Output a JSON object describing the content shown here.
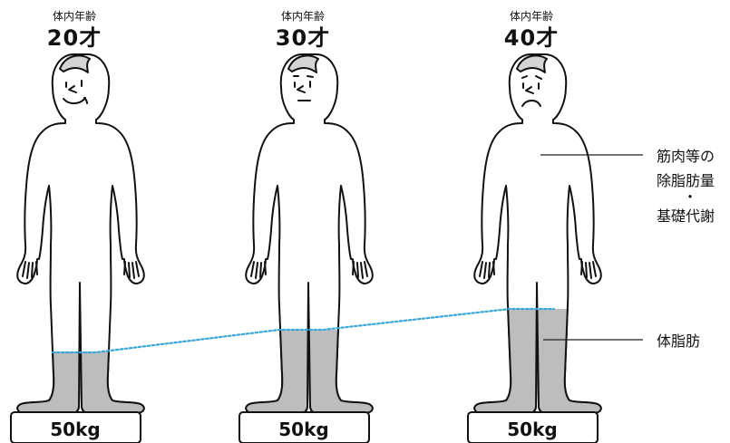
{
  "figures": [
    {
      "header_small": "体内年齢",
      "header_big": "20才",
      "scale_label": "50kg",
      "face_expression": "smiling"
    },
    {
      "header_small": "体内年齢",
      "header_big": "30才",
      "scale_label": "50kg",
      "face_expression": "neutral"
    },
    {
      "header_small": "体内年齢",
      "header_big": "40才",
      "scale_label": "50kg",
      "face_expression": "frowning"
    }
  ],
  "labels": {
    "lean_mass_line1": "筋肉等の",
    "lean_mass_line2": "除脂肪量",
    "lean_mass_dot": "・",
    "lean_mass_line3": "基礎代謝",
    "body_fat": "体脂肪"
  },
  "colors": {
    "fat": "#bdbdbe",
    "dotted_line": "#3aa7d8",
    "outline": "#111111",
    "hair": "#d4d4d4"
  }
}
